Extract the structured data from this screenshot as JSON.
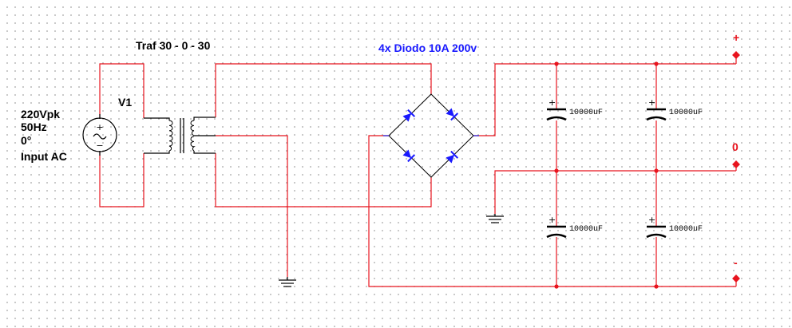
{
  "source": {
    "name": "V1",
    "amplitude": "220Vpk",
    "frequency": "50Hz",
    "phase": "0°",
    "description": "Input AC"
  },
  "transformer": {
    "label": "Traf 30 - 0 - 30"
  },
  "bridge": {
    "label": "4x Diodo 10A 200v"
  },
  "capacitors": [
    {
      "value": "10000uF"
    },
    {
      "value": "10000uF"
    },
    {
      "value": "10000uF"
    },
    {
      "value": "10000uF"
    }
  ],
  "outputs": {
    "positive": "+",
    "zero": "0",
    "negative": "-"
  },
  "colors": {
    "wire": "#e8141e",
    "component": "#000000",
    "diode": "#1a1aff",
    "terminal": "#e8141e",
    "label_blue": "#1a1aff",
    "grid_dot": "#9a9a9a"
  }
}
